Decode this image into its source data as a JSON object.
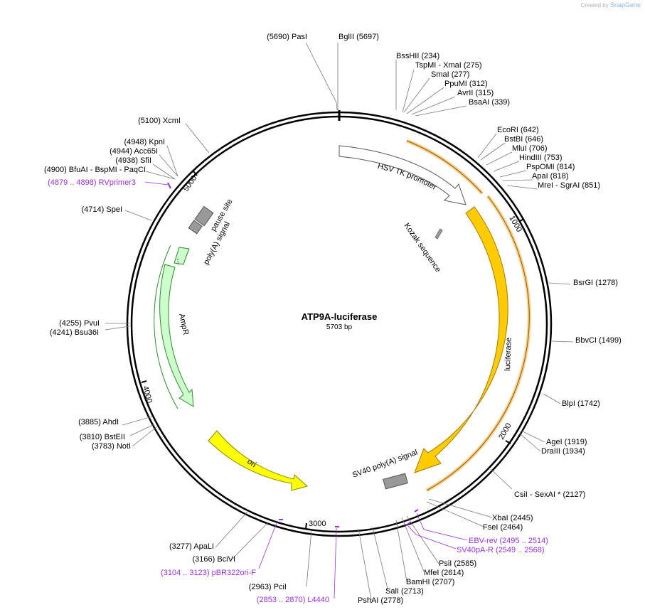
{
  "credit": {
    "prefix": "Created by",
    "brand": "SnapGene"
  },
  "plasmid": {
    "name": "ATP9A-luciferase",
    "length_label": "5703 bp",
    "length": 5703
  },
  "ticks": [
    "1000",
    "2000",
    "3000",
    "4000",
    "5000"
  ],
  "enzymes": [
    {
      "side": "L",
      "text": "(5690)  PasI"
    },
    {
      "side": "R",
      "text": "BglII    (5697)"
    },
    {
      "side": "R",
      "text": "BssHII    (234)"
    },
    {
      "side": "R",
      "text": "TspMI  - XmaI    (275)"
    },
    {
      "side": "R",
      "text": "SmaI    (277)"
    },
    {
      "side": "R",
      "text": "PpuMI    (312)"
    },
    {
      "side": "R",
      "text": "AvrII    (315)"
    },
    {
      "side": "R",
      "text": "BsaAI    (339)"
    },
    {
      "side": "R",
      "text": "EcoRI    (642)"
    },
    {
      "side": "R",
      "text": "BstBI    (646)"
    },
    {
      "side": "R",
      "text": "MluI    (706)"
    },
    {
      "side": "R",
      "text": "HindIII    (753)"
    },
    {
      "side": "R",
      "text": "PspOMI    (814)"
    },
    {
      "side": "R",
      "text": "ApaI    (818)"
    },
    {
      "side": "R",
      "text": "MreI  - SgrAI    (851)"
    },
    {
      "side": "R",
      "text": "BsrGI    (1278)"
    },
    {
      "side": "R",
      "text": "BbvCI    (1499)"
    },
    {
      "side": "R",
      "text": "BlpI    (1742)"
    },
    {
      "side": "R",
      "text": "AgeI    (1919)"
    },
    {
      "side": "R",
      "text": "DraIII    (1934)"
    },
    {
      "side": "R",
      "text": "CsiI  - SexAI *    (2127)"
    },
    {
      "side": "R",
      "text": "XbaI    (2445)"
    },
    {
      "side": "R",
      "text": "FseI    (2464)"
    },
    {
      "side": "R",
      "text": "PsiI    (2585)"
    },
    {
      "side": "R",
      "text": "MfeI    (2614)"
    },
    {
      "side": "R",
      "text": "BamHI    (2707)"
    },
    {
      "side": "R",
      "text": "SalI    (2713)"
    },
    {
      "side": "R",
      "text": "PshAI    (2778)"
    },
    {
      "side": "L",
      "text": "(2963)  PciI"
    },
    {
      "side": "L",
      "text": "(3166)  BciVI"
    },
    {
      "side": "L",
      "text": "(3277)  ApaLI"
    },
    {
      "side": "L",
      "text": "(3783)  NotI"
    },
    {
      "side": "L",
      "text": "(3810)  BstEII"
    },
    {
      "side": "L",
      "text": "(3885)  AhdI"
    },
    {
      "side": "L",
      "text": "(4241)  Bsu36I"
    },
    {
      "side": "L",
      "text": "(4255)  PvuI"
    },
    {
      "side": "L",
      "text": "(4714)  SpeI"
    },
    {
      "side": "L",
      "text": "(4900)  BfuAI  - BspMI  - PaqCI"
    },
    {
      "side": "L",
      "text": "(4938)  SfiI"
    },
    {
      "side": "L",
      "text": "(4944)  Acc65I"
    },
    {
      "side": "L",
      "text": "(4948)  KpnI"
    },
    {
      "side": "L",
      "text": "(5100)  XcmI"
    }
  ],
  "primers": [
    {
      "text": "EBV-rev    (2495 .. 2514)"
    },
    {
      "text": "SV40pA-R    (2549 .. 2568)"
    },
    {
      "text": "(3104 .. 3123)   pBR322ori-F"
    },
    {
      "text": "(2853 .. 2870)   L4440"
    },
    {
      "text": "(4879 .. 4898)   RVprimer3"
    }
  ],
  "features": [
    {
      "name": "HSV TK promoter",
      "color": "#ffffff"
    },
    {
      "name": "luciferase",
      "color": "#ffcc00"
    },
    {
      "name": "SV40 poly(A) signal",
      "color": "#999999"
    },
    {
      "name": "ori",
      "color": "#ffff00"
    },
    {
      "name": "AmpR",
      "color": "#ccffcc"
    },
    {
      "name": "AmpR promoter",
      "label": "...",
      "color": "#ccffcc"
    },
    {
      "name": "pause site",
      "color": "#999999"
    },
    {
      "name": "poly(A) signal",
      "color": "#999999"
    },
    {
      "name": "Kozak sequence",
      "color": "#999999"
    }
  ],
  "colors": {
    "backbone": "#000000",
    "primer": "#9b30d9",
    "orf_highlight": "#f5a623"
  }
}
